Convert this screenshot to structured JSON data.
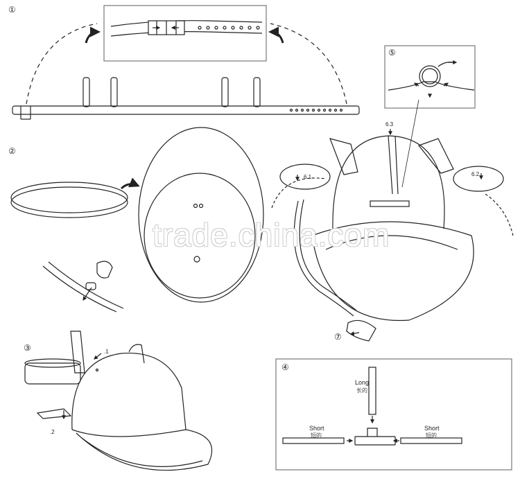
{
  "steps": {
    "s1": "①",
    "s2": "②",
    "s3": "③",
    "s4": "④",
    "s5": "⑤",
    "s7": "⑦"
  },
  "callouts": {
    "c61": "6.1",
    "c62": "6.2",
    "c63": "6.3",
    "c_one": ".1",
    "c_two": ".2"
  },
  "parts": {
    "long_en": "Long",
    "long_cn": "长的",
    "short_left_en": "Short",
    "short_left_cn": "短的",
    "short_right_en": "Short",
    "short_right_cn": "短的"
  },
  "watermark": "trade.china.com",
  "colors": {
    "line": "#222222",
    "panel_border": "#777777"
  }
}
